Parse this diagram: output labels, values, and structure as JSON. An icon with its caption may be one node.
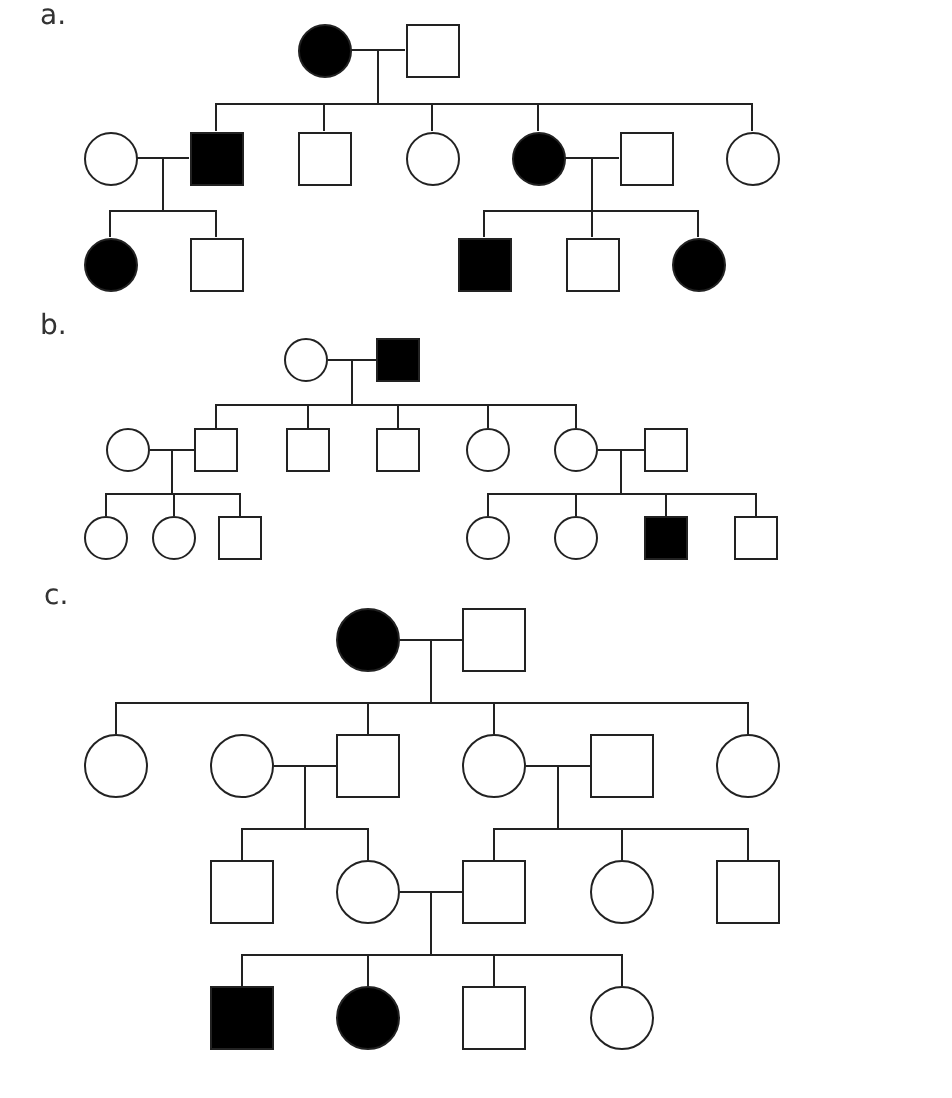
{
  "diagram": {
    "nodes": [
      {
        "text": [],
        "shape": "circle"
      },
      {
        "text": [],
        "shape": "box"
      },
      {
        "text": [],
        "shape": "circle"
      },
      {
        "text": [],
        "shape": "box"
      },
      {
        "text": [],
        "shape": "box"
      },
      {
        "text": [],
        "shape": "circle"
      },
      {
        "text": [],
        "shape": "circle"
      },
      {
        "text": [],
        "shape": "box"
      },
      {
        "text": [],
        "shape": "circle"
      },
      {
        "text": [],
        "shape": "circle"
      },
      {
        "text": [],
        "shape": "box"
      },
      {
        "text": [],
        "shape": "box"
      },
      {
        "text": [],
        "shape": "box"
      },
      {
        "text": [],
        "shape": "circle"
      },
      {
        "text": [],
        "shape": "circle"
      },
      {
        "text": [],
        "shape": "box"
      },
      {
        "text": [],
        "shape": "circle"
      },
      {
        "text": [],
        "shape": "box"
      },
      {
        "text": [],
        "shape": "box"
      },
      {
        "text": [],
        "shape": "box"
      },
      {
        "text": [],
        "shape": "circle"
      },
      {
        "text": [],
        "shape": "circle"
      },
      {
        "text": [],
        "shape": "box"
      },
      {
        "text": [],
        "shape": "circle"
      },
      {
        "text": [],
        "shape": "circle"
      },
      {
        "text": [],
        "shape": "box"
      },
      {
        "text": [],
        "shape": "circle"
      },
      {
        "text": [],
        "shape": "circle"
      },
      {
        "text": [],
        "shape": "box"
      },
      {
        "text": [],
        "shape": "box"
      },
      {
        "text": [],
        "shape": "circle"
      },
      {
        "text": [],
        "shape": "box"
      },
      {
        "text": [],
        "shape": "circle"
      },
      {
        "text": [],
        "shape": "circle"
      },
      {
        "text": [],
        "shape": "box"
      },
      {
        "text": [],
        "shape": "circle"
      },
      {
        "text": [],
        "shape": "box"
      },
      {
        "text": [],
        "shape": "circle"
      },
      {
        "text": [],
        "shape": "box"
      },
      {
        "text": [],
        "shape": "circle"
      },
      {
        "text": [],
        "shape": "box"
      },
      {
        "text": [],
        "shape": "circle"
      },
      {
        "text": [],
        "shape": "box"
      },
      {
        "text": [],
        "shape": "box"
      },
      {
        "text": [],
        "shape": "circle"
      },
      {
        "text": [],
        "shape": "box"
      },
      {
        "text": [],
        "shape": "circle"
      }
    ],
    "edges": [
      {
        "from": 0,
        "to": 1,
        "arrow": "none"
      },
      {
        "from": 0,
        "to": 3,
        "arrow": "none"
      },
      {
        "from": 0,
        "to": 4,
        "arrow": "none"
      },
      {
        "from": 0,
        "to": 5,
        "arrow": "none"
      },
      {
        "from": 0,
        "to": 6,
        "arrow": "none"
      },
      {
        "from": 0,
        "to": 8,
        "arrow": "none"
      },
      {
        "from": 1,
        "to": 3,
        "arrow": "none"
      },
      {
        "from": 1,
        "to": 4,
        "arrow": "none"
      },
      {
        "from": 1,
        "to": 5,
        "arrow": "none"
      },
      {
        "from": 1,
        "to": 6,
        "arrow": "none"
      },
      {
        "from": 1,
        "to": 8,
        "arrow": "none"
      },
      {
        "from": 2,
        "to": 3,
        "arrow": "none"
      },
      {
        "from": 2,
        "to": 9,
        "arrow": "none"
      },
      {
        "from": 2,
        "to": 10,
        "arrow": "none"
      },
      {
        "from": 3,
        "to": 9,
        "arrow": "none"
      },
      {
        "from": 3,
        "to": 10,
        "arrow": "none"
      },
      {
        "from": 6,
        "to": 7,
        "arrow": "none"
      },
      {
        "from": 6,
        "to": 11,
        "arrow": "none"
      },
      {
        "from": 6,
        "to": 12,
        "arrow": "none"
      },
      {
        "from": 6,
        "to": 13,
        "arrow": "none"
      },
      {
        "from": 7,
        "to": 11,
        "arrow": "none"
      },
      {
        "from": 7,
        "to": 12,
        "arrow": "none"
      },
      {
        "from": 7,
        "to": 13,
        "arrow": "none"
      },
      {
        "from": 14,
        "to": 15,
        "arrow": "none"
      },
      {
        "from": 14,
        "to": 17,
        "arrow": "none"
      },
      {
        "from": 14,
        "to": 18,
        "arrow": "none"
      },
      {
        "from": 14,
        "to": 19,
        "arrow": "none"
      },
      {
        "from": 14,
        "to": 20,
        "arrow": "none"
      },
      {
        "from": 14,
        "to": 21,
        "arrow": "none"
      },
      {
        "from": 15,
        "to": 17,
        "arrow": "none"
      },
      {
        "from": 15,
        "to": 18,
        "arrow": "none"
      },
      {
        "from": 15,
        "to": 19,
        "arrow": "none"
      },
      {
        "from": 15,
        "to": 20,
        "arrow": "none"
      },
      {
        "from": 15,
        "to": 21,
        "arrow": "none"
      },
      {
        "from": 16,
        "to": 17,
        "arrow": "none"
      },
      {
        "from": 16,
        "to": 23,
        "arrow": "none"
      },
      {
        "from": 16,
        "to": 24,
        "arrow": "none"
      },
      {
        "from": 16,
        "to": 25,
        "arrow": "none"
      },
      {
        "from": 17,
        "to": 23,
        "arrow": "none"
      },
      {
        "from": 17,
        "to": 24,
        "arrow": "none"
      },
      {
        "from": 17,
        "to": 25,
        "arrow": "none"
      },
      {
        "from": 21,
        "to": 22,
        "arrow": "none"
      },
      {
        "from": 21,
        "to": 26,
        "arrow": "none"
      },
      {
        "from": 21,
        "to": 27,
        "arrow": "none"
      },
      {
        "from": 21,
        "to": 28,
        "arrow": "none"
      },
      {
        "from": 21,
        "to": 29,
        "arrow": "none"
      },
      {
        "from": 22,
        "to": 26,
        "arrow": "none"
      },
      {
        "from": 22,
        "to": 27,
        "arrow": "none"
      },
      {
        "from": 22,
        "to": 28,
        "arrow": "none"
      },
      {
        "from": 22,
        "to": 29,
        "arrow": "none"
      },
      {
        "from": 30,
        "to": 31,
        "arrow": "none"
      },
      {
        "from": 30,
        "to": 32,
        "arrow": "none"
      },
      {
        "from": 30,
        "to": 34,
        "arrow": "none"
      },
      {
        "from": 30,
        "to": 35,
        "arrow": "none"
      },
      {
        "from": 30,
        "to": 37,
        "arrow": "none"
      },
      {
        "from": 31,
        "to": 32,
        "arrow": "none"
      },
      {
        "from": 31,
        "to": 34,
        "arrow": "none"
      },
      {
        "from": 31,
        "to": 35,
        "arrow": "none"
      },
      {
        "from": 31,
        "to": 37,
        "arrow": "none"
      },
      {
        "from": 33,
        "to": 34,
        "arrow": "none"
      },
      {
        "from": 33,
        "to": 38,
        "arrow": "none"
      },
      {
        "from": 33,
        "to": 39,
        "arrow": "none"
      },
      {
        "from": 34,
        "to": 38,
        "arrow": "none"
      },
      {
        "from": 34,
        "to": 39,
        "arrow": "none"
      },
      {
        "from": 35,
        "to": 36,
        "arrow": "none"
      },
      {
        "from": 35,
        "to": 40,
        "arrow": "none"
      },
      {
        "from": 35,
        "to": 41,
        "arrow": "none"
      },
      {
        "from": 35,
        "to": 42,
        "arrow": "none"
      },
      {
        "from": 36,
        "to": 40,
        "arrow": "none"
      },
      {
        "from": 36,
        "to": 41,
        "arrow": "none"
      },
      {
        "from": 36,
        "to": 42,
        "arrow": "none"
      },
      {
        "from": 39,
        "to": 40,
        "arrow": "none"
      },
      {
        "from": 39,
        "to": 43,
        "arrow": "none"
      },
      {
        "from": 39,
        "to": 44,
        "arrow": "none"
      },
      {
        "from": 39,
        "to": 45,
        "arrow": "none"
      },
      {
        "from": 39,
        "to": 46,
        "arrow": "none"
      },
      {
        "from": 40,
        "to": 43,
        "arrow": "none"
      },
      {
        "from": 40,
        "to": 44,
        "arrow": "none"
      },
      {
        "from": 40,
        "to": 45,
        "arrow": "none"
      },
      {
        "from": 40,
        "to": 46,
        "arrow": "none"
      }
    ],
    "labels": [
      "a.",
      "b.",
      "c."
    ]
  }
}
